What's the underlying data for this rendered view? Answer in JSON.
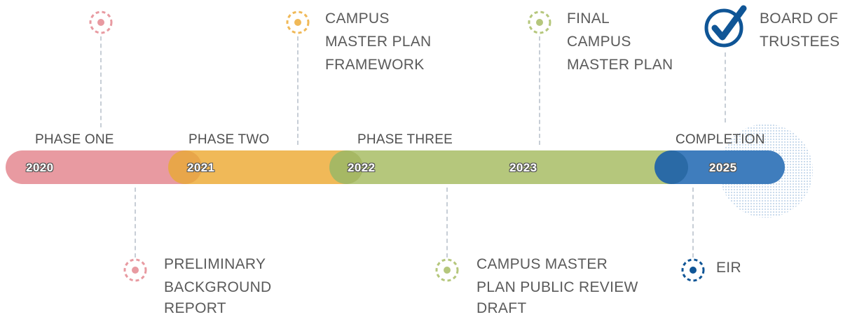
{
  "colors": {
    "red": "#e89aa1",
    "orange": "#f0b958",
    "green": "#b5c77c",
    "blue": "#3f7dbd",
    "dark_blue": "#0f5596"
  },
  "phases": {
    "one": "PHASE ONE",
    "two": "PHASE TWO",
    "three": "PHASE THREE",
    "completion": "COMPLETION"
  },
  "years": {
    "y2020": "2020",
    "y2021": "2021",
    "y2022": "2022",
    "y2023": "2023",
    "y2025": "2025"
  },
  "milestones": {
    "framework": [
      "CAMPUS",
      "MASTER PLAN",
      "FRAMEWORK"
    ],
    "final_plan": [
      "FINAL",
      "CAMPUS",
      "MASTER PLAN"
    ],
    "board": [
      "BOARD OF",
      "TRUSTEES"
    ],
    "preliminary": [
      "PRELIMINARY",
      "BACKGROUND",
      "REPORT"
    ],
    "public_review": [
      "CAMPUS MASTER",
      "PLAN PUBLIC REVIEW",
      "DRAFT"
    ],
    "eir": "EIR"
  },
  "icons": {
    "marker": "dashed-circle-dot",
    "board": "checkmark-circle"
  }
}
